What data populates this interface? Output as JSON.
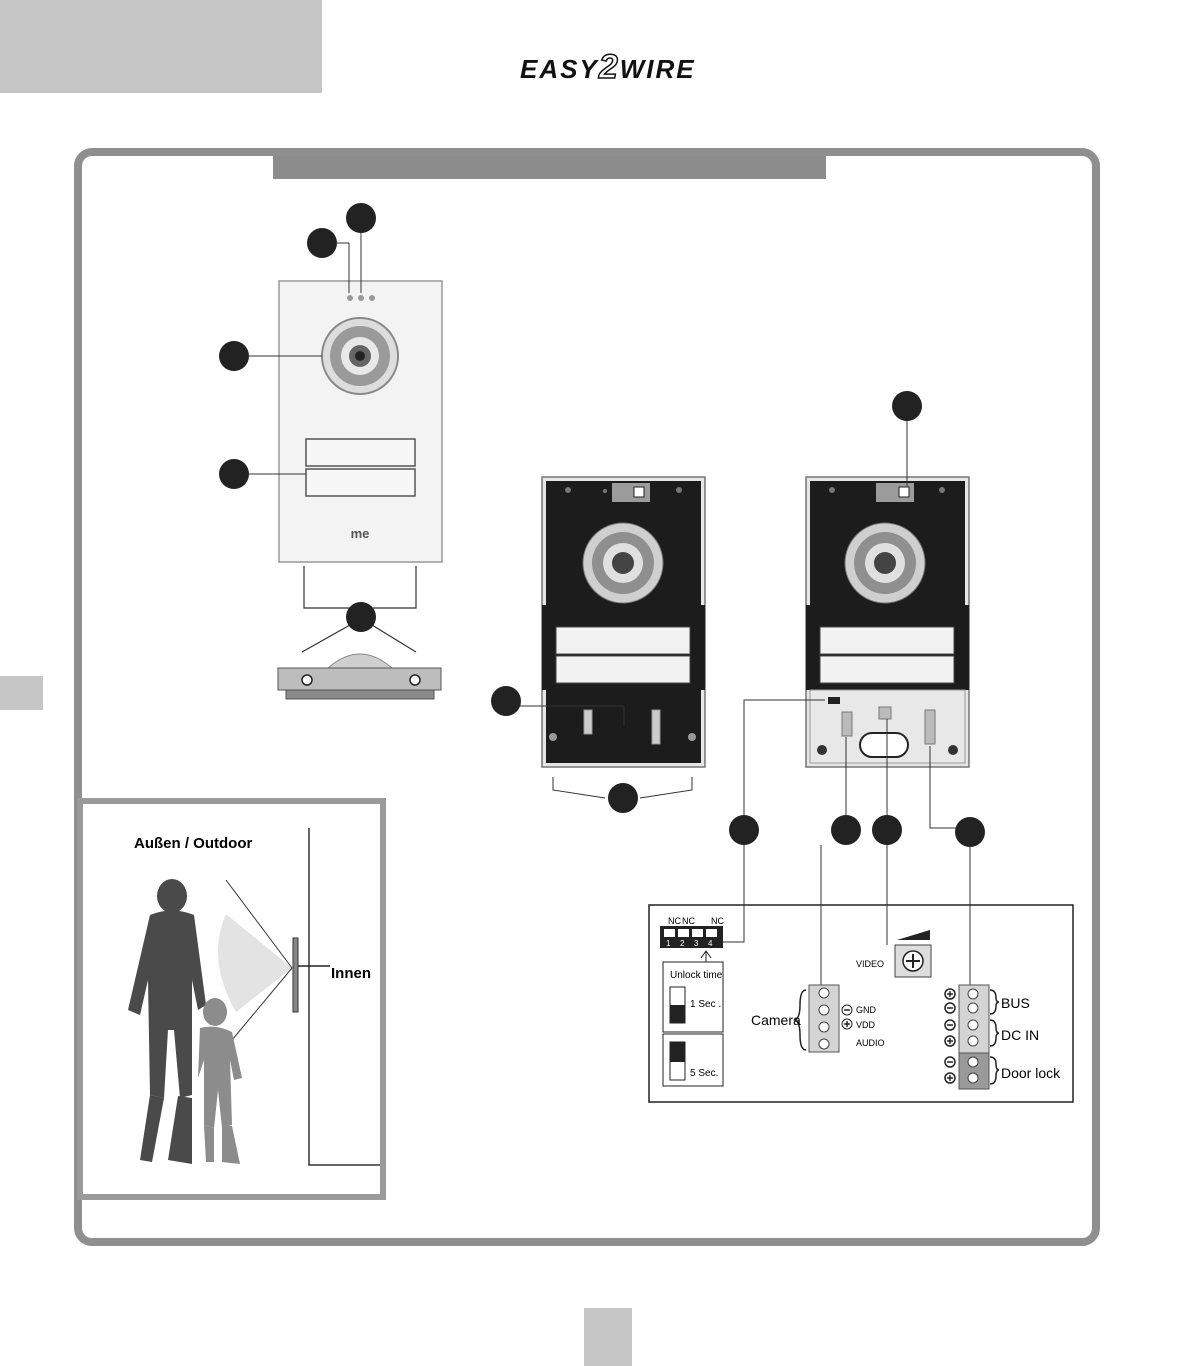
{
  "header": {
    "logo_text_a": "EASY",
    "logo_text_b": "2",
    "logo_text_c": "WIRE"
  },
  "outdoor_panel": {
    "brand_label": "me"
  },
  "installation": {
    "outdoor_label": "Außen / Outdoor",
    "indoor_label": "Innen"
  },
  "wiring": {
    "dip_labels": [
      "NC",
      "NC",
      "NC"
    ],
    "dip_numbers": [
      "1",
      "2",
      "3",
      "4"
    ],
    "unlock_time_label": "Unlock time",
    "unlock_1s": "1 Sec .",
    "unlock_5s": "5 Sec.",
    "camera_label": "Camera",
    "camera_pins": [
      "VIDEO",
      "GND",
      "VDD",
      "AUDIO"
    ],
    "bus_label": "BUS",
    "dc_in_label": "DC IN",
    "door_lock_label": "Door lock"
  },
  "colors": {
    "frame": "#8f8f8f",
    "title_bar": "#8c8c8c",
    "corner_block": "#c6c6c6",
    "callout": "#222222",
    "panel_dark": "#1c1c1c"
  }
}
